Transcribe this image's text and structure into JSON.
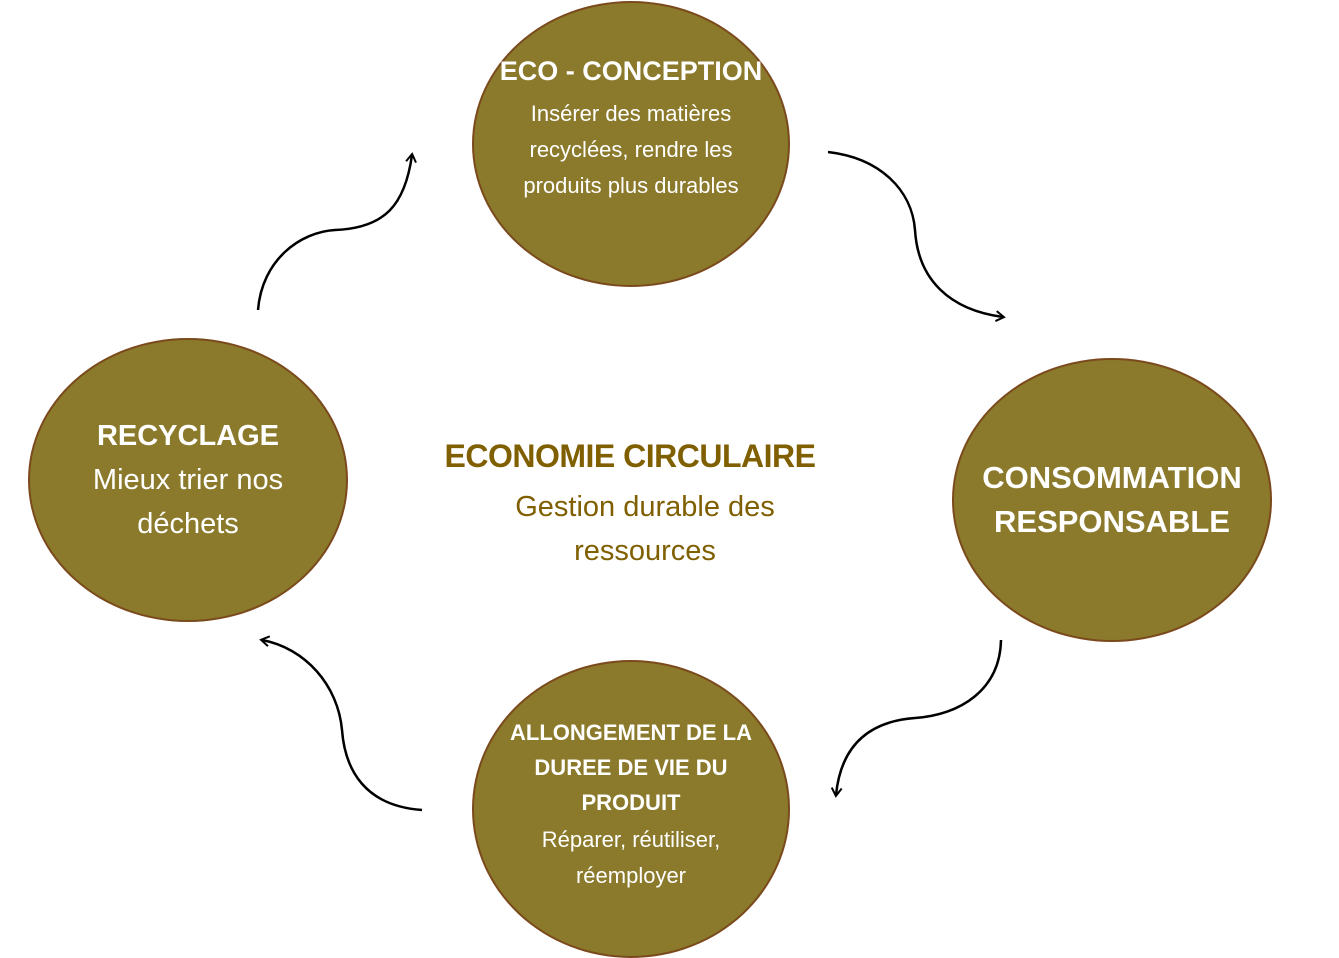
{
  "diagram": {
    "center": {
      "title": "ECONOMIE CIRCULAIRE",
      "subtitle": "Gestion durable des ressources"
    },
    "nodes": [
      {
        "id": "eco-conception",
        "title": "ECO - CONCEPTION",
        "description": "Insérer des matières recyclées, rendre les produits plus durables"
      },
      {
        "id": "consommation-responsable",
        "title": "CONSOMMATION RESPONSABLE",
        "description": ""
      },
      {
        "id": "allongement",
        "title": "ALLONGEMENT DE LA DUREE DE VIE DU PRODUIT",
        "description": "Réparer, réutiliser, réemployer"
      },
      {
        "id": "recyclage",
        "title": "RECYCLAGE",
        "description": "Mieux trier nos déchets"
      }
    ],
    "flow": [
      "ECO - CONCEPTION",
      "CONSOMMATION RESPONSABLE",
      "ALLONGEMENT DE LA DUREE DE VIE DU PRODUIT",
      "RECYCLAGE",
      "ECO - CONCEPTION"
    ],
    "colors": {
      "node_fill": "#8b7a2b",
      "node_border": "#7a4a1c",
      "node_text": "#ffffff",
      "center_text": "#7f5f00",
      "arrow": "#000000"
    }
  }
}
